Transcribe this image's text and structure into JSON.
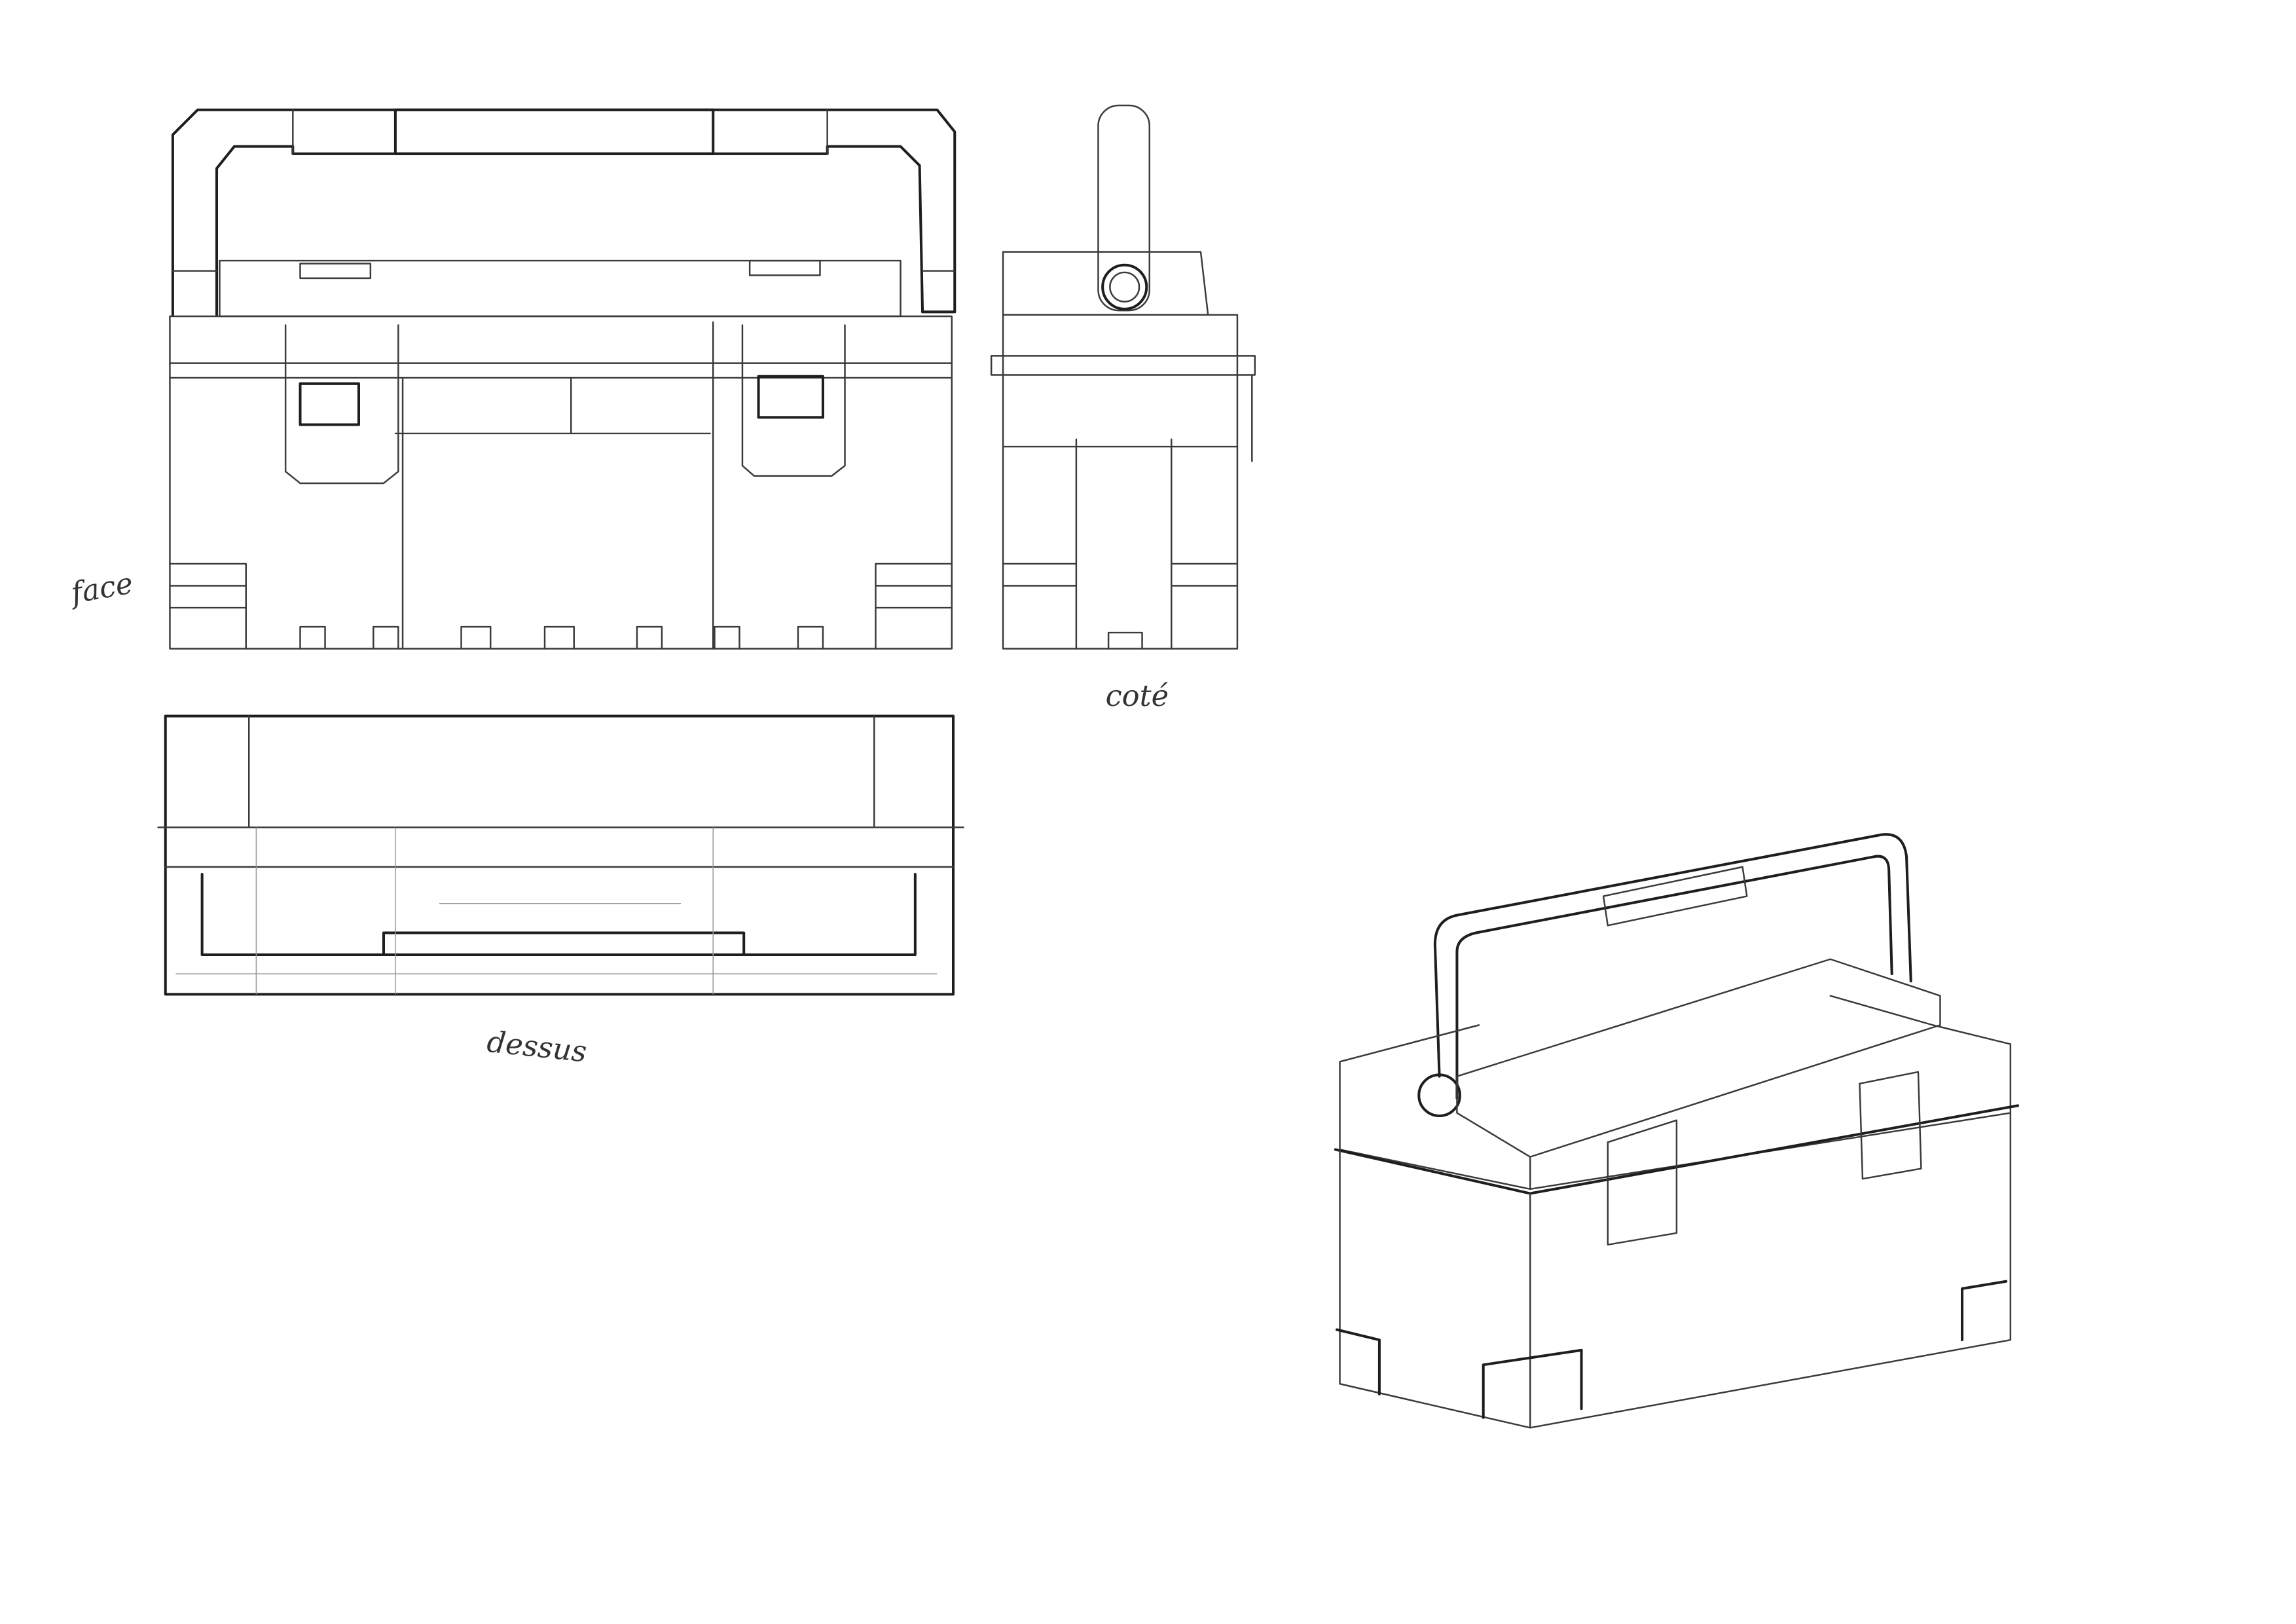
{
  "sheet": {
    "views": {
      "front": {
        "label": "face"
      },
      "side": {
        "label": "coté"
      },
      "top": {
        "label": "dessus"
      }
    },
    "stroke_color": "#3a3a3a",
    "paper_color": "#ffffff"
  }
}
